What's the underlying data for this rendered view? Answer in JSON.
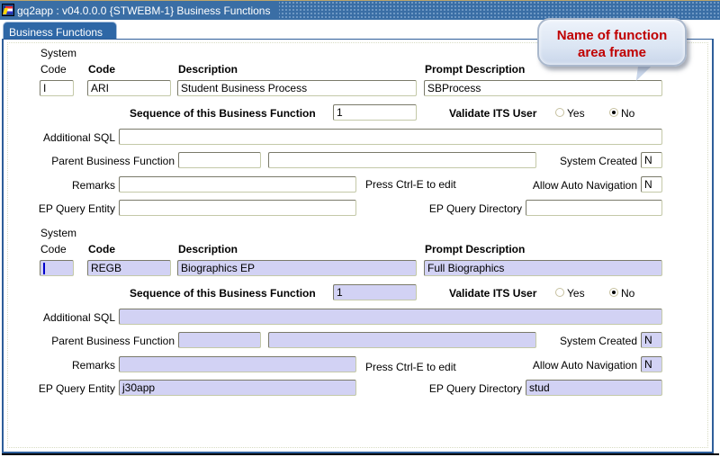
{
  "window": {
    "title": "gq2app : v04.0.0.0  {STWEBM-1} Business Functions",
    "app_icon": "oracle-forms-app-icon"
  },
  "tabs": [
    {
      "label": "Business Functions",
      "active": true
    }
  ],
  "callout": {
    "line1": "Name of function",
    "line2": "area frame",
    "color": "#c00000"
  },
  "labels": {
    "system_code_line1": "System",
    "system_code_line2": "Code",
    "code": "Code",
    "description": "Description",
    "prompt_description": "Prompt Description",
    "sequence": "Sequence of this Business Function",
    "validate_its_user": "Validate ITS User",
    "yes": "Yes",
    "no": "No",
    "additional_sql": "Additional SQL",
    "parent_business_function": "Parent Business Function",
    "system_created": "System Created",
    "remarks": "Remarks",
    "press_ctrl_e": "Press Ctrl-E to edit",
    "allow_auto_navigation": "Allow Auto Navigation",
    "ep_query_entity": "EP Query Entity",
    "ep_query_directory": "EP Query Directory"
  },
  "records": [
    {
      "selected": false,
      "system_code": "I",
      "code": "ARI",
      "description": "Student Business Process",
      "prompt_description": "SBProcess",
      "sequence": "1",
      "validate_its_user": "No",
      "additional_sql": "",
      "parent_business_function_code": "",
      "parent_business_function_desc": "",
      "system_created": "N",
      "remarks": "",
      "allow_auto_navigation": "N",
      "ep_query_entity": "",
      "ep_query_directory": ""
    },
    {
      "selected": true,
      "system_code": "",
      "code": "REGB",
      "description": "Biographics EP",
      "prompt_description": "Full Biographics",
      "sequence": "1",
      "validate_its_user": "No",
      "additional_sql": "",
      "parent_business_function_code": "",
      "parent_business_function_desc": "",
      "system_created": "N",
      "remarks": "",
      "allow_auto_navigation": "N",
      "ep_query_entity": "j30app",
      "ep_query_directory": "stud"
    }
  ]
}
